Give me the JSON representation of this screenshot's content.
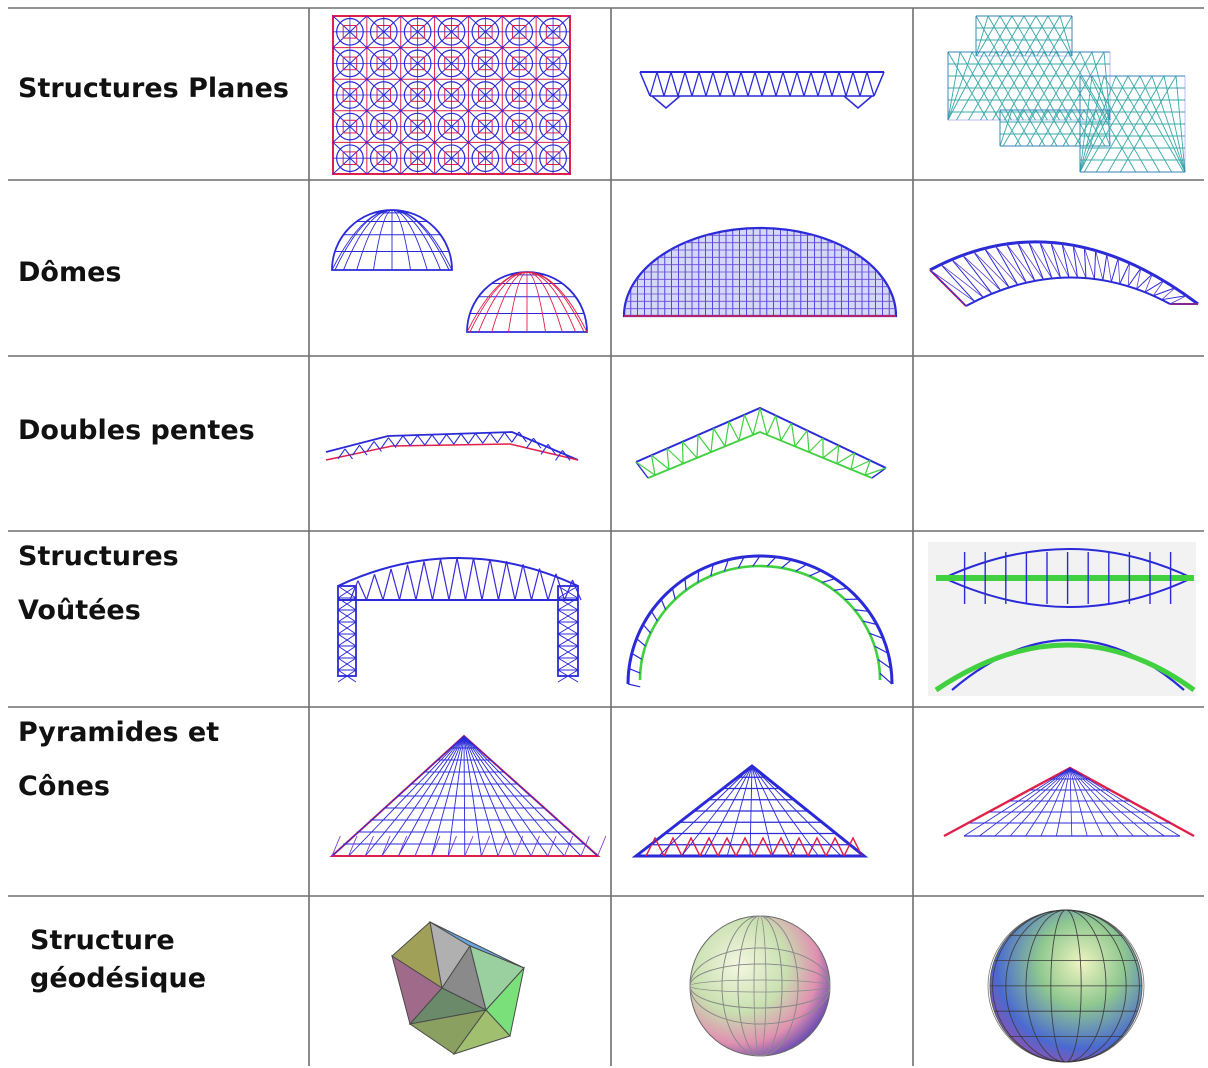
{
  "rows": [
    {
      "label_lines": [
        "Structures Planes"
      ]
    },
    {
      "label_lines": [
        "Dômes"
      ]
    },
    {
      "label_lines": [
        "Doubles pentes"
      ]
    },
    {
      "label_lines": [
        "Structures",
        "Voûtées"
      ]
    },
    {
      "label_lines": [
        "Pyramides et",
        "Cônes"
      ]
    },
    {
      "label_lines": [
        "Structure",
        "géodésique"
      ]
    }
  ],
  "colors": {
    "grid_line": "#6e6e6e",
    "member_blue": "#2a2ad8",
    "member_red": "#e0204a",
    "member_green": "#40d040",
    "member_teal": "#3aa8a8"
  }
}
